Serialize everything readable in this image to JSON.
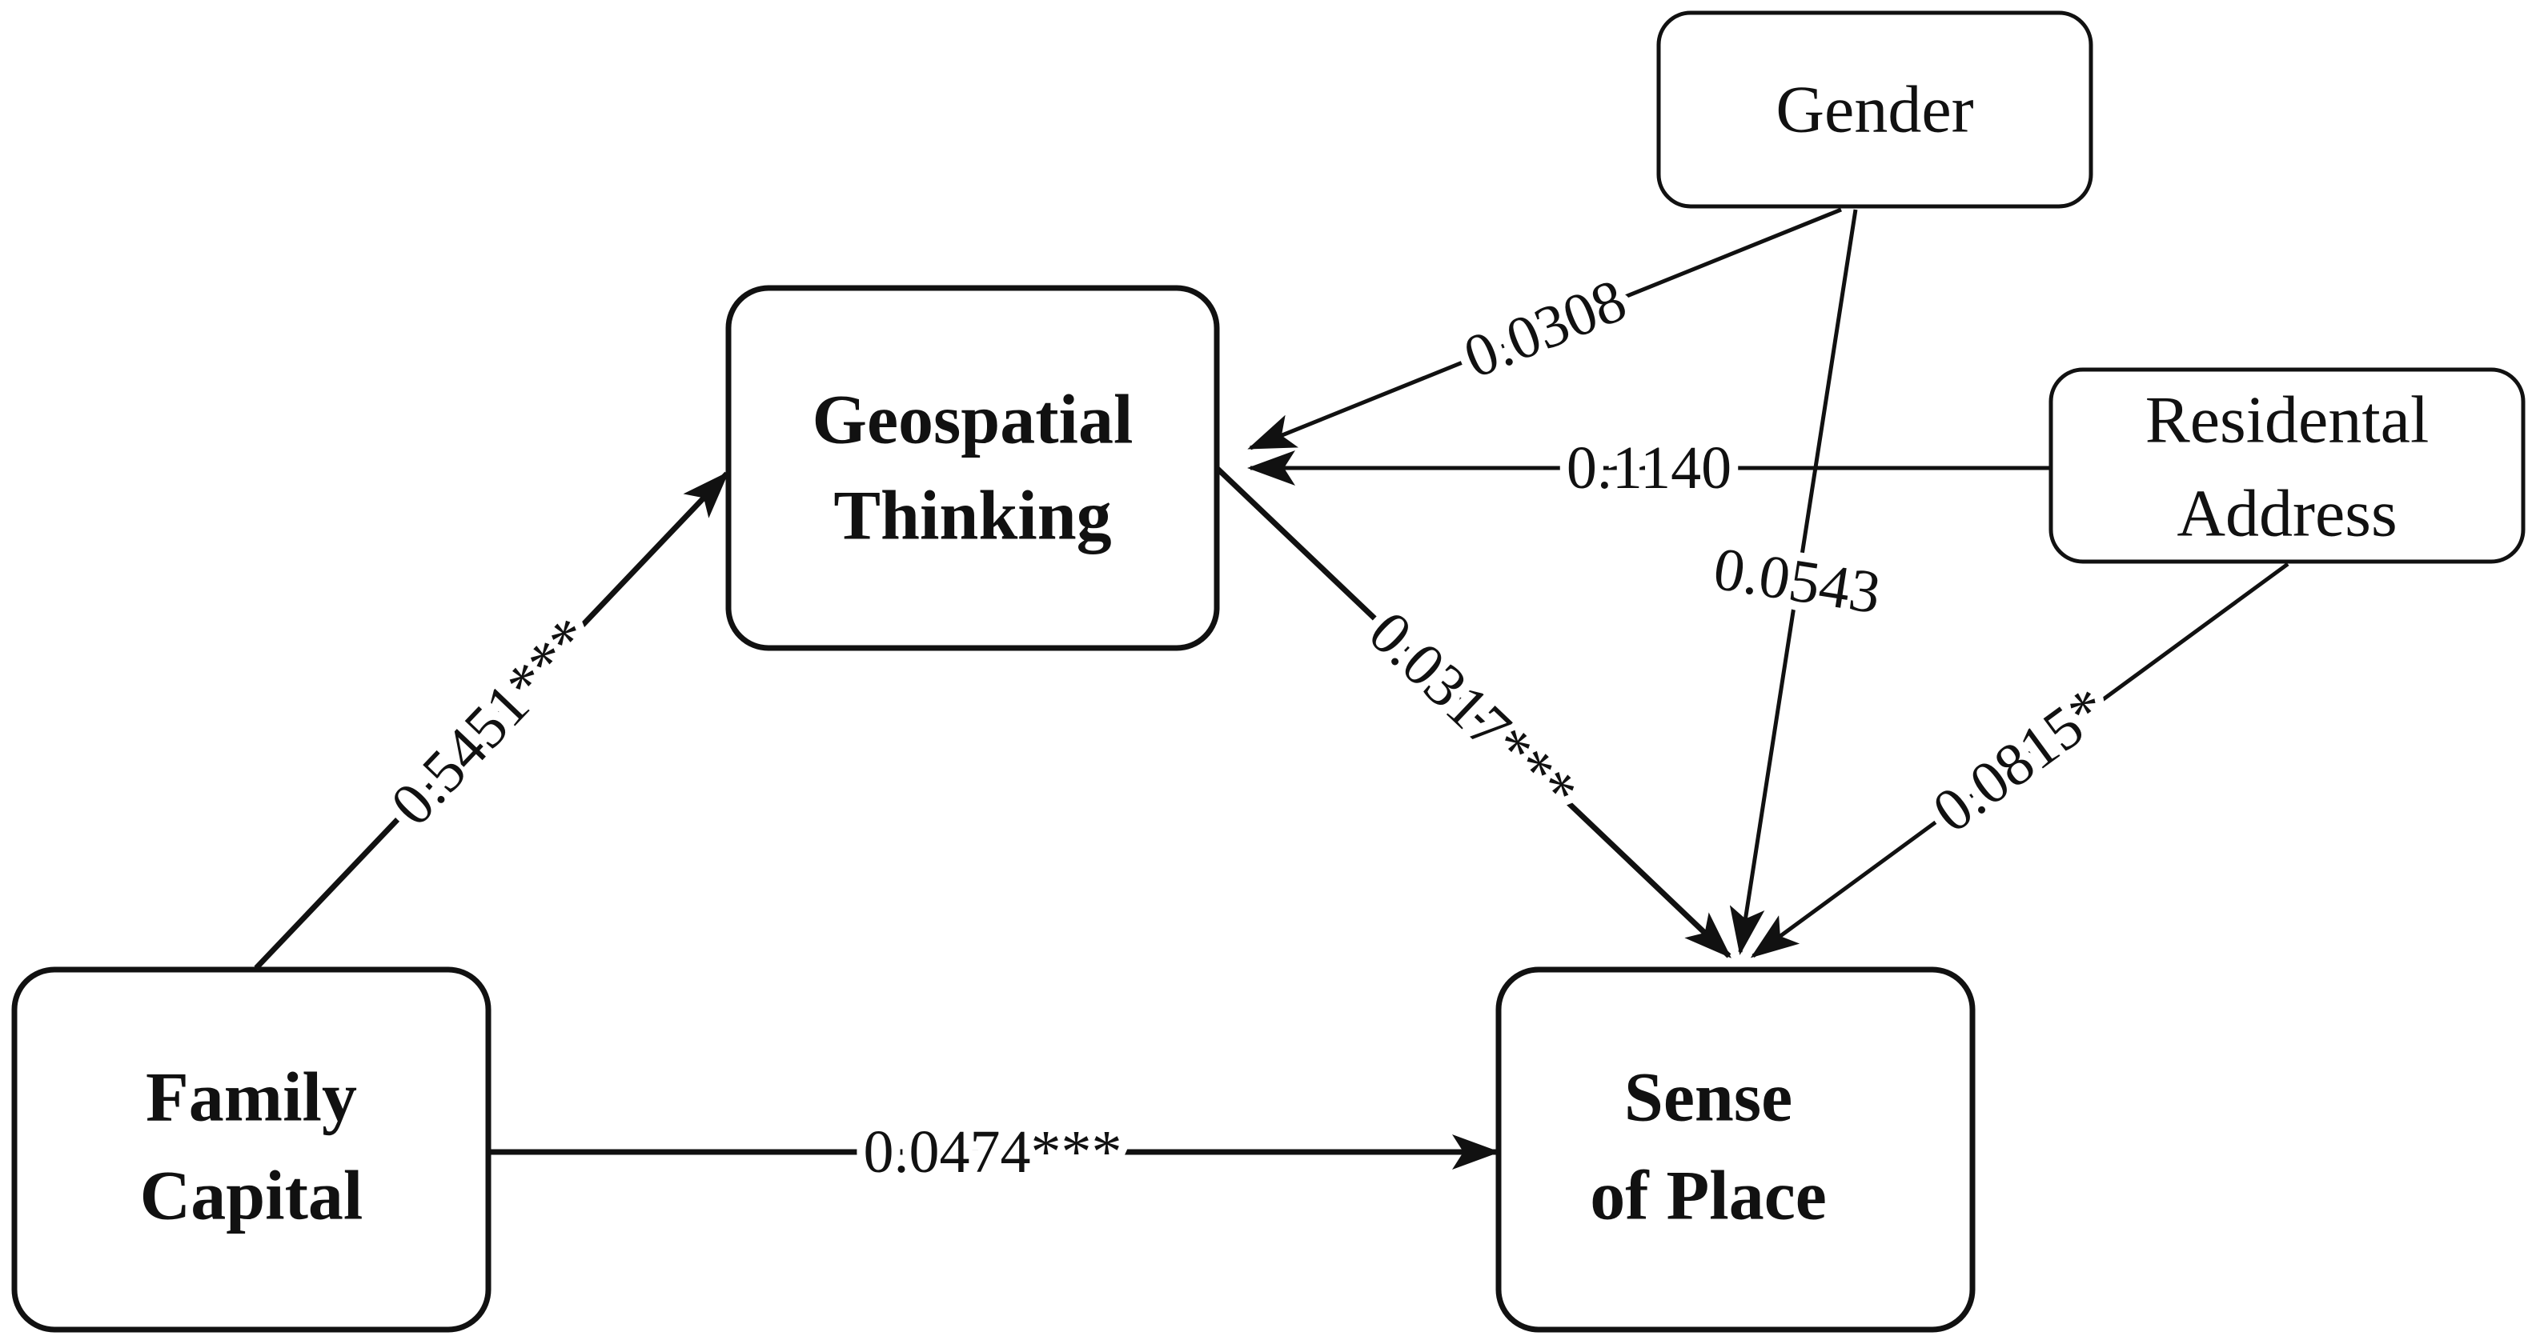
{
  "nodes": {
    "geospatial_thinking": {
      "line1": "Geospatial",
      "line2": "Thinking"
    },
    "family_capital": {
      "line1": "Family",
      "line2": "Capital"
    },
    "sense_of_place": {
      "line1": "Sense",
      "line2": "of Place"
    },
    "gender": {
      "label": "Gender"
    },
    "residential_address": {
      "line1": "Residental",
      "line2": "Address"
    }
  },
  "edges": {
    "family_to_geospatial": "0.5451***",
    "geospatial_to_sense": "0.0317***",
    "family_to_sense": "0.0474***",
    "gender_to_geospatial": "0.0308",
    "gender_to_sense": "0.0543",
    "address_to_geospatial": "0.1140",
    "address_to_sense": "0.0815*"
  },
  "colors": {
    "stroke": "#111111",
    "background": "#ffffff"
  }
}
